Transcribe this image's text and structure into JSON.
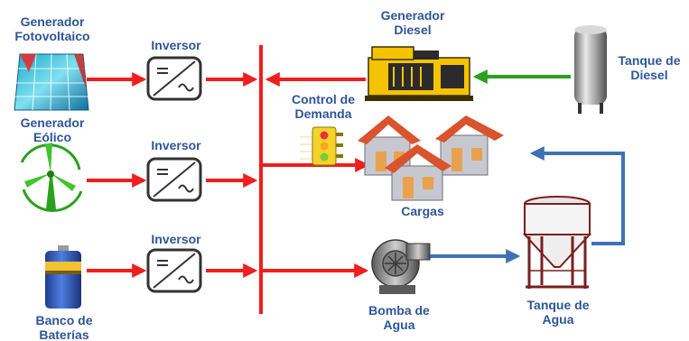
{
  "labels": {
    "pv": "Generador\nFotovoltaico",
    "wind": "Generador\nEólico",
    "battery": "Banco de\nBaterías",
    "inv1": "Inversor",
    "inv2": "Inversor",
    "inv3": "Inversor",
    "diesel_gen": "Generador\nDiesel",
    "diesel_tank": "Tanque de\nDiesel",
    "control": "Control de\nDemanda",
    "loads": "Cargas",
    "pump": "Bomba de\nAgua",
    "water_tank": "Tanque de\nAgua"
  },
  "colors": {
    "label": "#2f5597",
    "power_line": "#f21d1d",
    "water_line": "#3f72b4",
    "fuel_line": "#2aa01f",
    "diesel_engine": "#f5c400",
    "house_roof": "#d9532c",
    "house_wall": "#c7c7cf"
  },
  "icons": {
    "pv": "solar-panel-icon",
    "wind": "wind-turbine-icon",
    "battery": "battery-icon",
    "inverter": "inverter-icon",
    "diesel_gen": "diesel-generator-icon",
    "diesel_tank": "fuel-tank-icon",
    "control": "traffic-light-icon",
    "loads": "houses-icon",
    "pump": "water-pump-icon",
    "water_tank": "water-tank-icon"
  }
}
